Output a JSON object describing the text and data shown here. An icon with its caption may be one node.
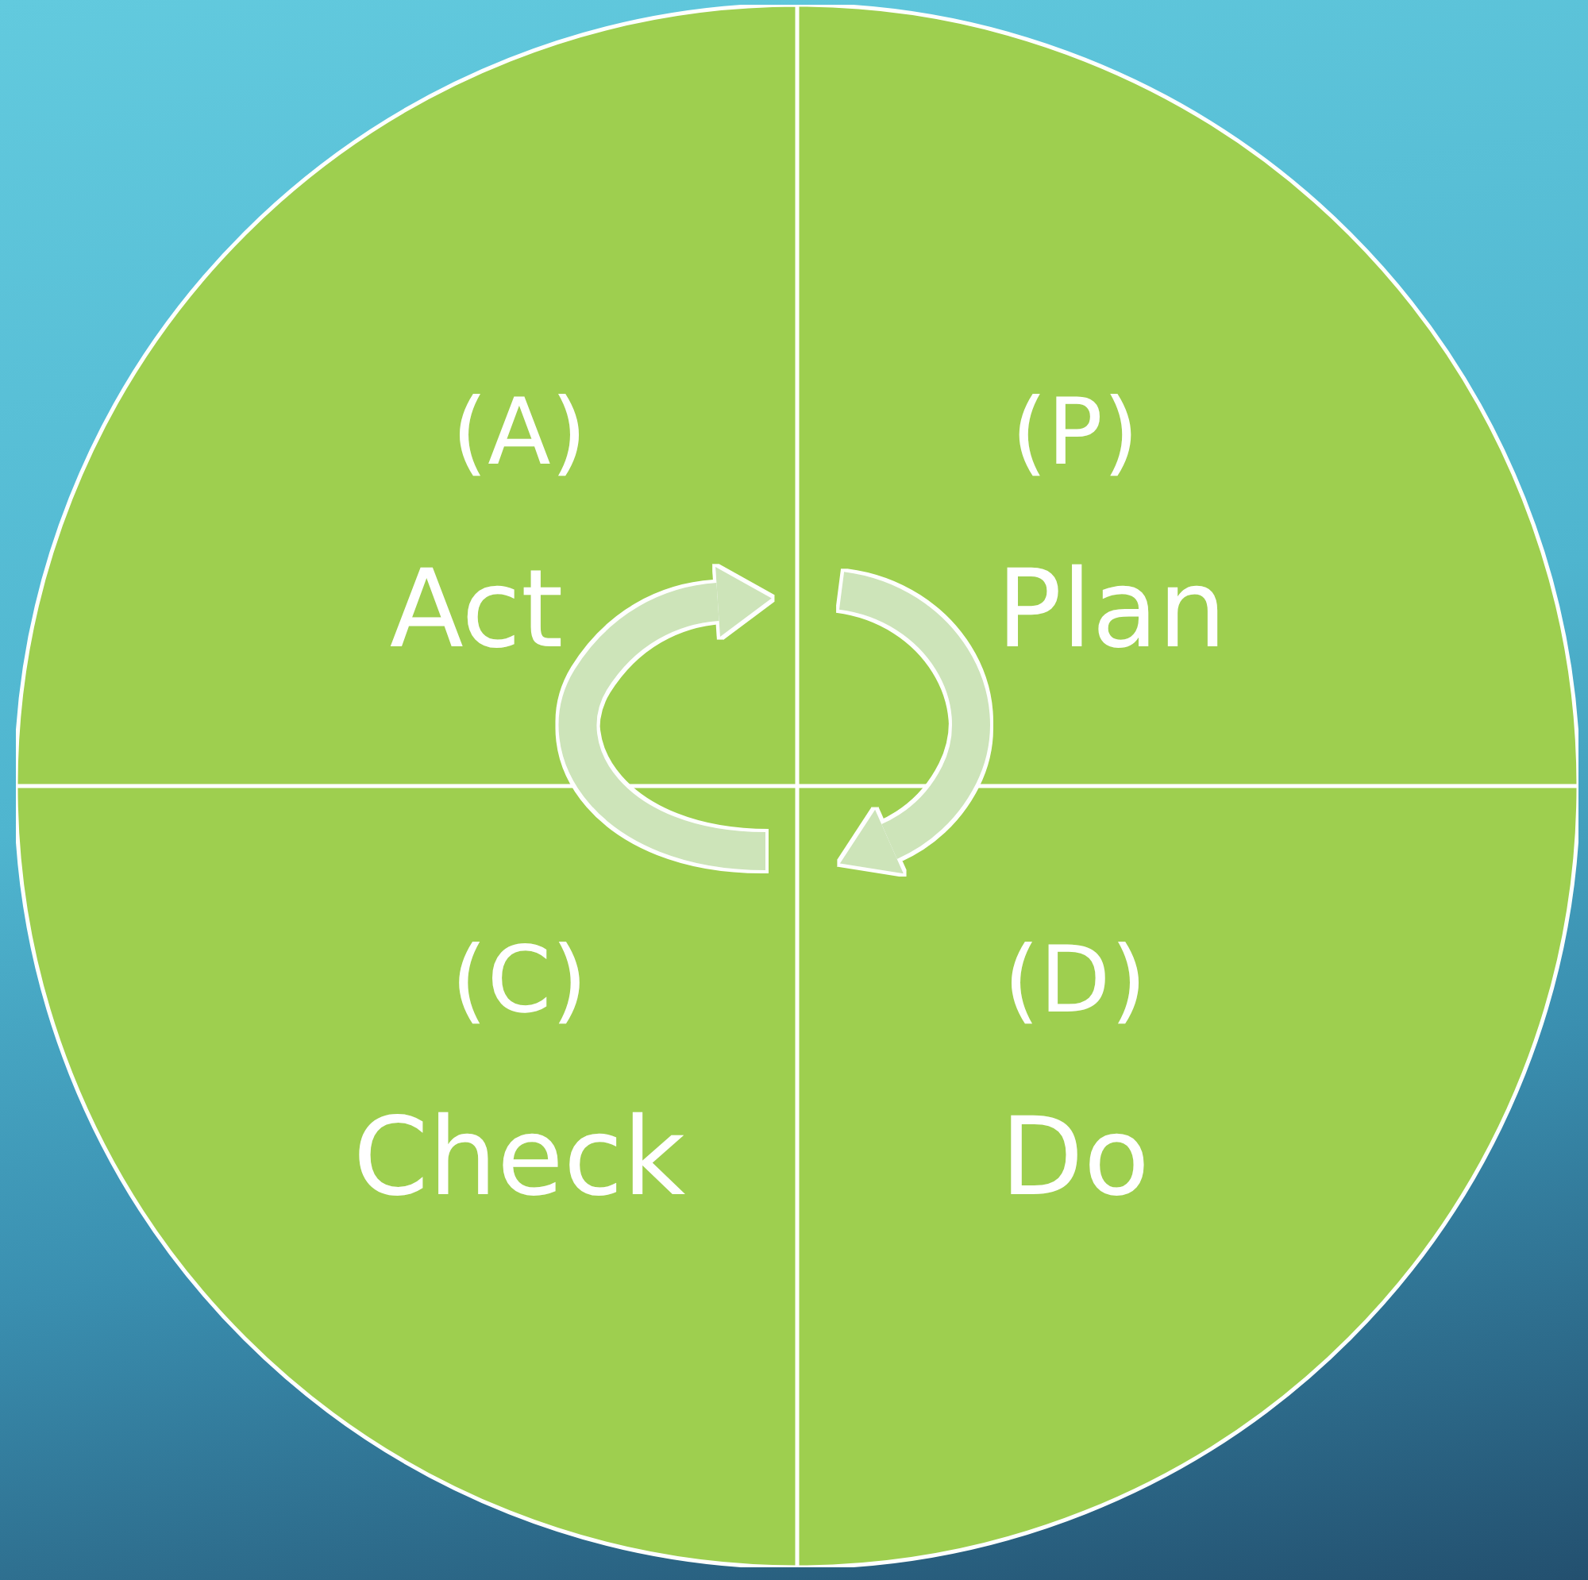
{
  "diagram": {
    "nodes": [
      {
        "text": [
          "(A)",
          "Act"
        ]
      },
      {
        "text": [
          "(P)",
          "Plan"
        ]
      },
      {
        "text": [
          "(C)",
          "Check"
        ]
      },
      {
        "text": [
          "(D)",
          "Do"
        ]
      }
    ],
    "edges": [
      {
        "from": 2,
        "to": 0,
        "arrow": "to"
      },
      {
        "from": 1,
        "to": 3,
        "arrow": "to"
      }
    ]
  }
}
